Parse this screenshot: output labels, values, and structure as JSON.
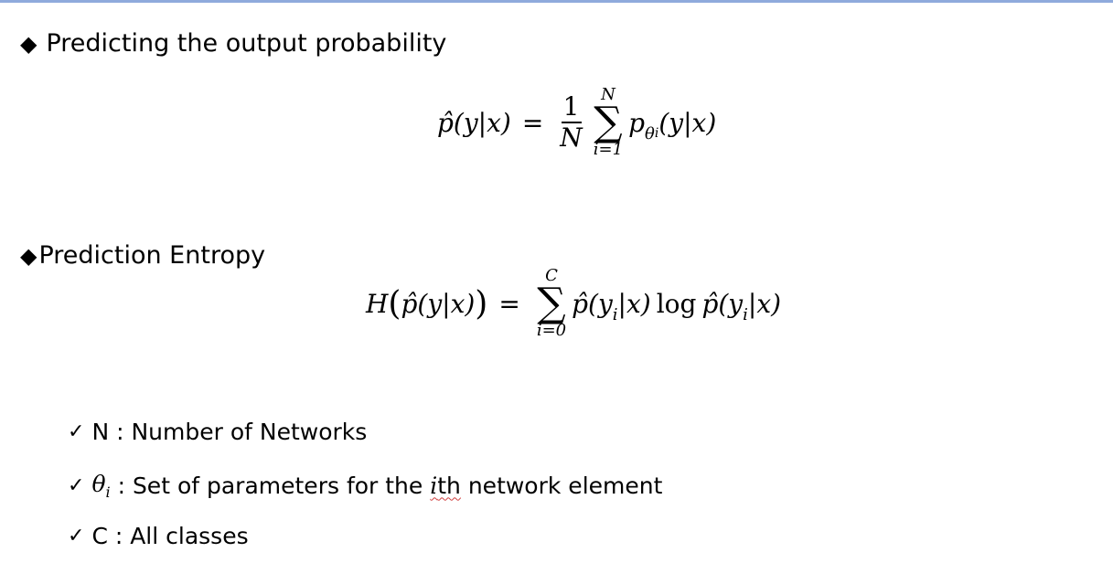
{
  "heading1": {
    "bullet": "◆",
    "text": "Predicting the output probability"
  },
  "formula1": {
    "lhs": "p̂(y|x)",
    "eq": "=",
    "frac_num": "1",
    "frac_den": "N",
    "sum_upper": "N",
    "sum_sigma": "∑",
    "sum_lower": "i=1",
    "term_p": "p",
    "term_sub": "θ",
    "term_subsub": "i",
    "term_tail": "(y|x)"
  },
  "heading2": {
    "bullet": "◆",
    "text": "Prediction Entropy"
  },
  "formula2": {
    "H": "H",
    "lparen": "(",
    "inner": "p̂(y|x)",
    "rparen": ")",
    "eq": "=",
    "sum_upper": "C",
    "sum_sigma": "∑",
    "sum_lower": "i=0",
    "t1_a": "p̂(y",
    "t1_sub": "i",
    "t1_b": "|x)",
    "log": "log",
    "t2_a": "p̂(y",
    "t2_sub": "i",
    "t2_b": "|x)"
  },
  "items": [
    {
      "check": "✓",
      "text": "N : Number of Networks"
    },
    {
      "check": "✓",
      "sym": "θ",
      "sym_sub": "i",
      "text_a": " : Set of parameters for the ",
      "ith_i": "i",
      "ith_th": "th",
      "text_b": " network element"
    },
    {
      "check": "✓",
      "text": "C : All classes"
    }
  ]
}
